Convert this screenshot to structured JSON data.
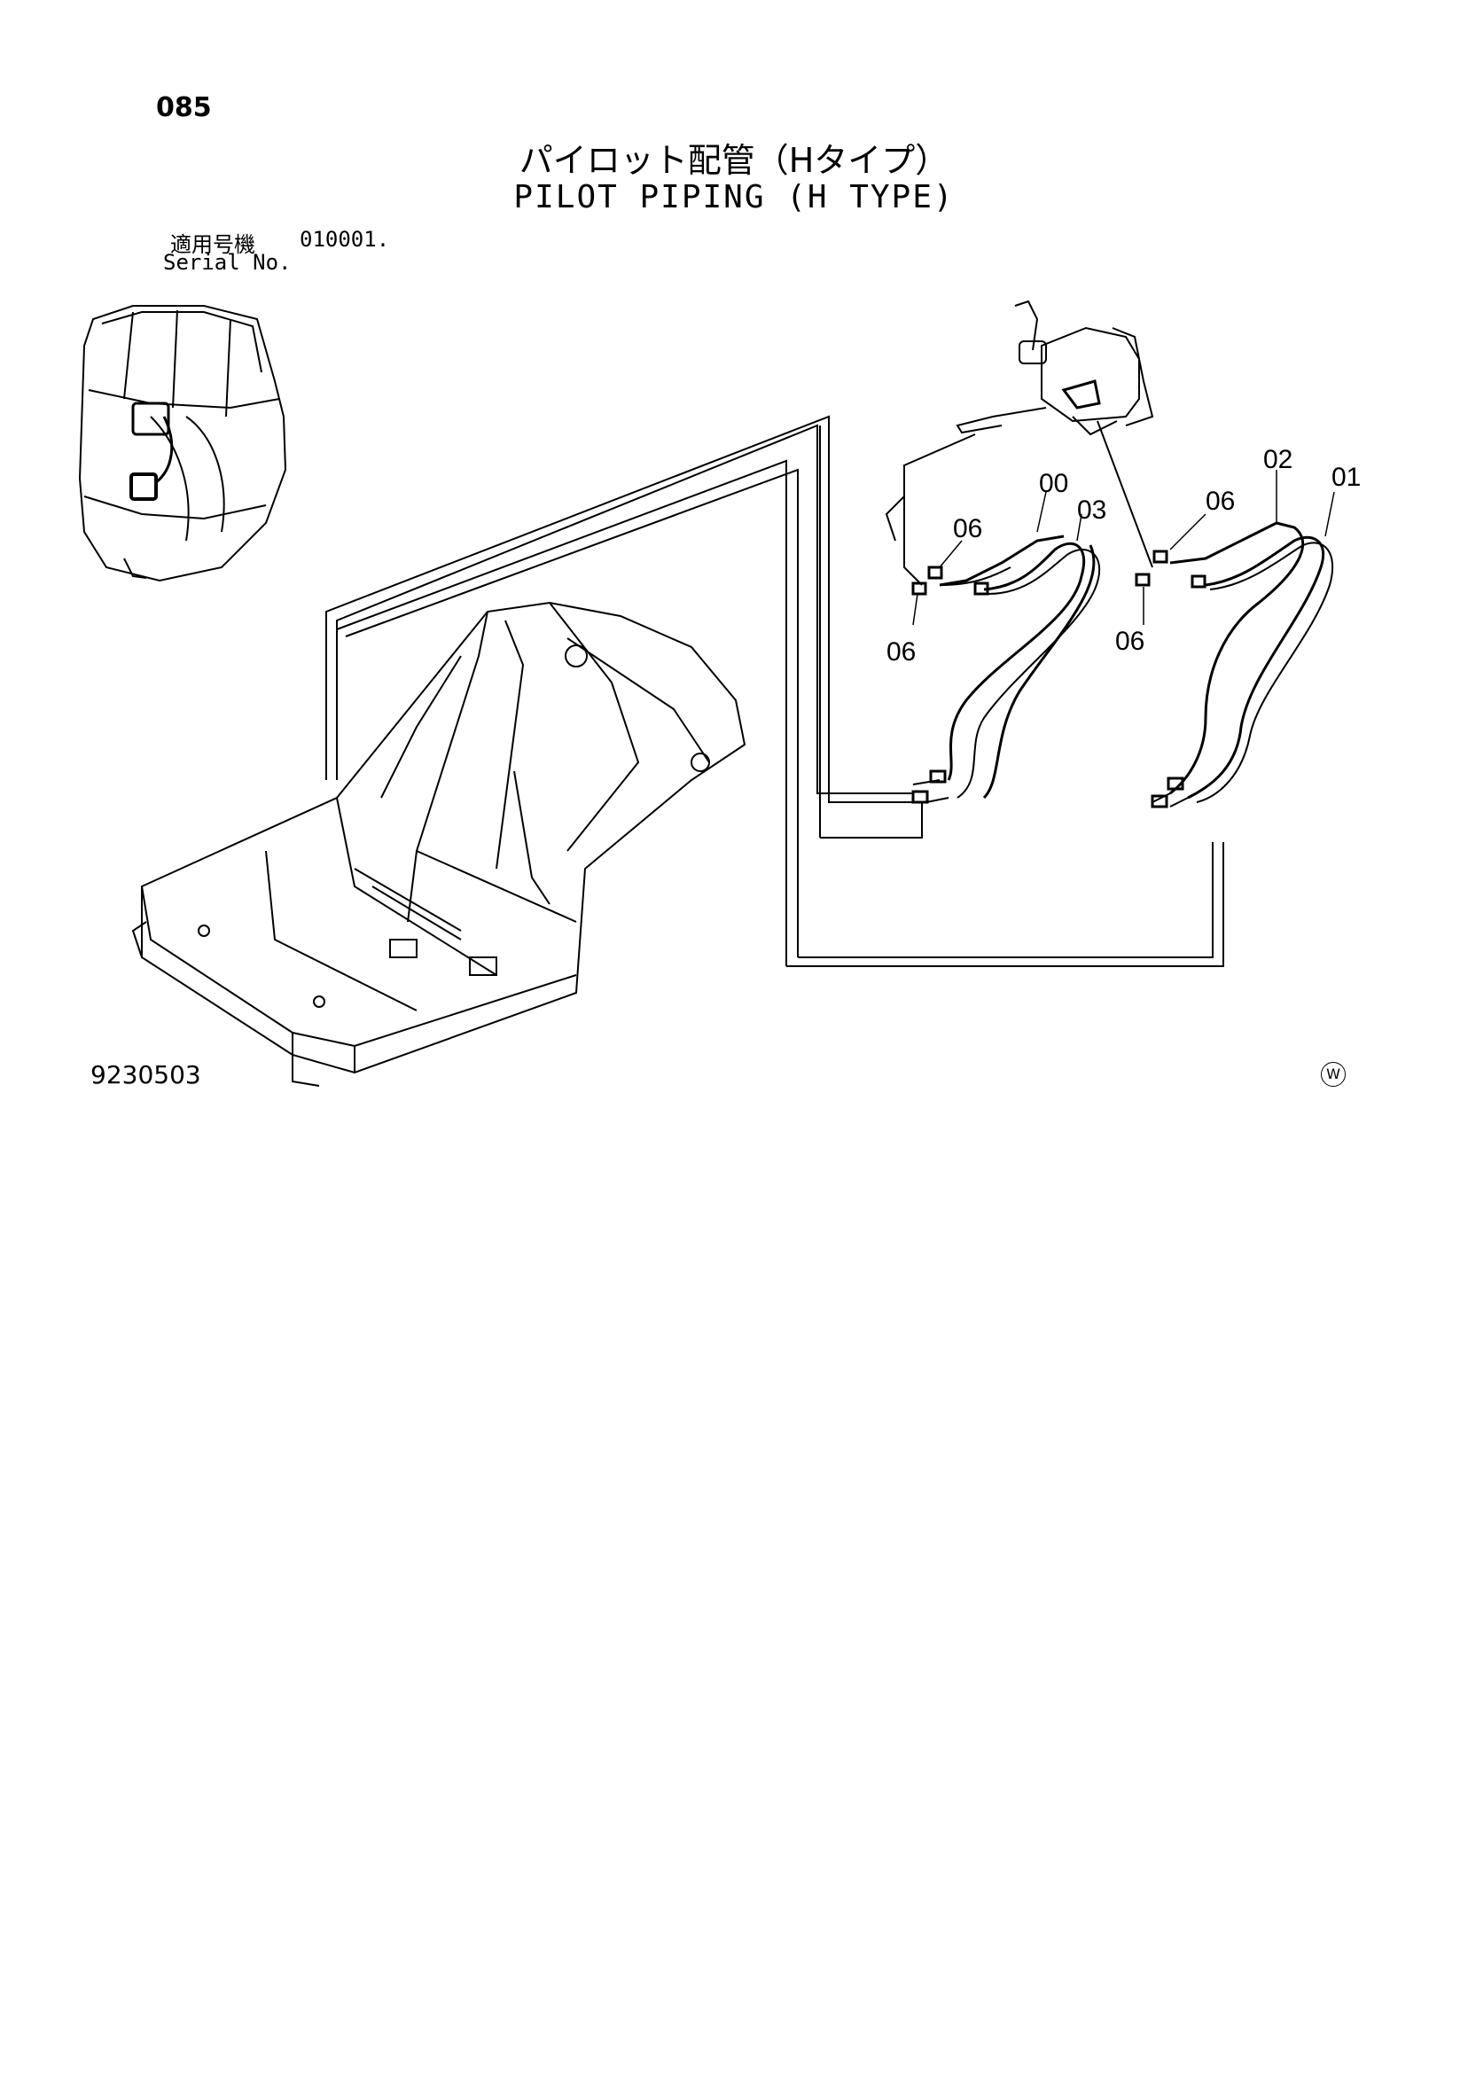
{
  "header": {
    "page_number": "085",
    "title_jp": "パイロット配管（Hタイプ）",
    "title_en": "PILOT PIPING (H TYPE)"
  },
  "serial": {
    "label_jp": "適用号機",
    "value": "010001.",
    "label_en": "Serial No."
  },
  "callouts": {
    "c00": "00",
    "c01": "01",
    "c02": "02",
    "c03": "03",
    "c06a": "06",
    "c06b": "06",
    "c06c": "06",
    "c06d": "06"
  },
  "footer": {
    "drawing_number": "9230503",
    "mark": "W"
  }
}
